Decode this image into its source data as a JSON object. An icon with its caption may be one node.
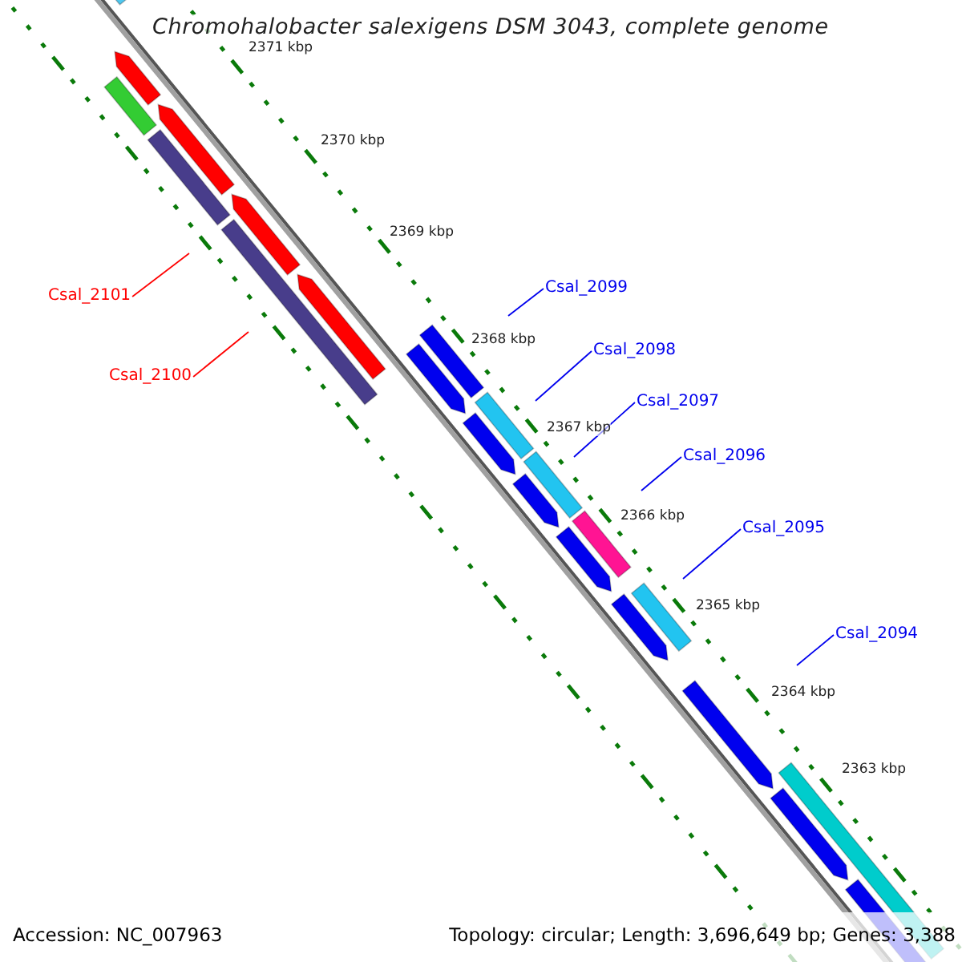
{
  "diagram": {
    "title": "Chromohalobacter salexigens DSM 3043, complete genome",
    "nodes": [
      {
        "text": [
          "Csal_2099"
        ]
      },
      {
        "text": [
          "Csal_2101"
        ]
      },
      {
        "text": [
          "Csal_2098"
        ]
      },
      {
        "text": [
          "Csal_2100"
        ]
      },
      {
        "text": [
          "Csal_2097"
        ]
      },
      {
        "text": [
          "Csal_2096"
        ]
      },
      {
        "text": [
          "Csal_2095"
        ]
      },
      {
        "text": [
          "Csal_2094"
        ]
      }
    ],
    "edges": [
      {
        "from": 0,
        "to": null,
        "arrow": "none"
      },
      {
        "from": 1,
        "to": null,
        "arrow": "none",
        "color": "#ff0000"
      },
      {
        "from": 2,
        "to": null,
        "arrow": "none"
      },
      {
        "from": 3,
        "to": null,
        "arrow": "none",
        "color": "#ff0000"
      },
      {
        "from": 4,
        "to": null,
        "arrow": "none"
      },
      {
        "from": 5,
        "to": null,
        "arrow": "none"
      },
      {
        "from": 6,
        "to": null,
        "arrow": "none"
      },
      {
        "from": 7,
        "to": null,
        "arrow": "none"
      }
    ],
    "labels": [
      "2371 kbp",
      "2370 kbp",
      "2369 kbp",
      "2368 kbp",
      "2367 kbp",
      "2366 kbp",
      "2365 kbp",
      "2364 kbp",
      "2363 kbp",
      "Accession: NC_007963",
      "Topology: circular; Length: 3,696,649 bp; Genes: 3,388"
    ]
  }
}
